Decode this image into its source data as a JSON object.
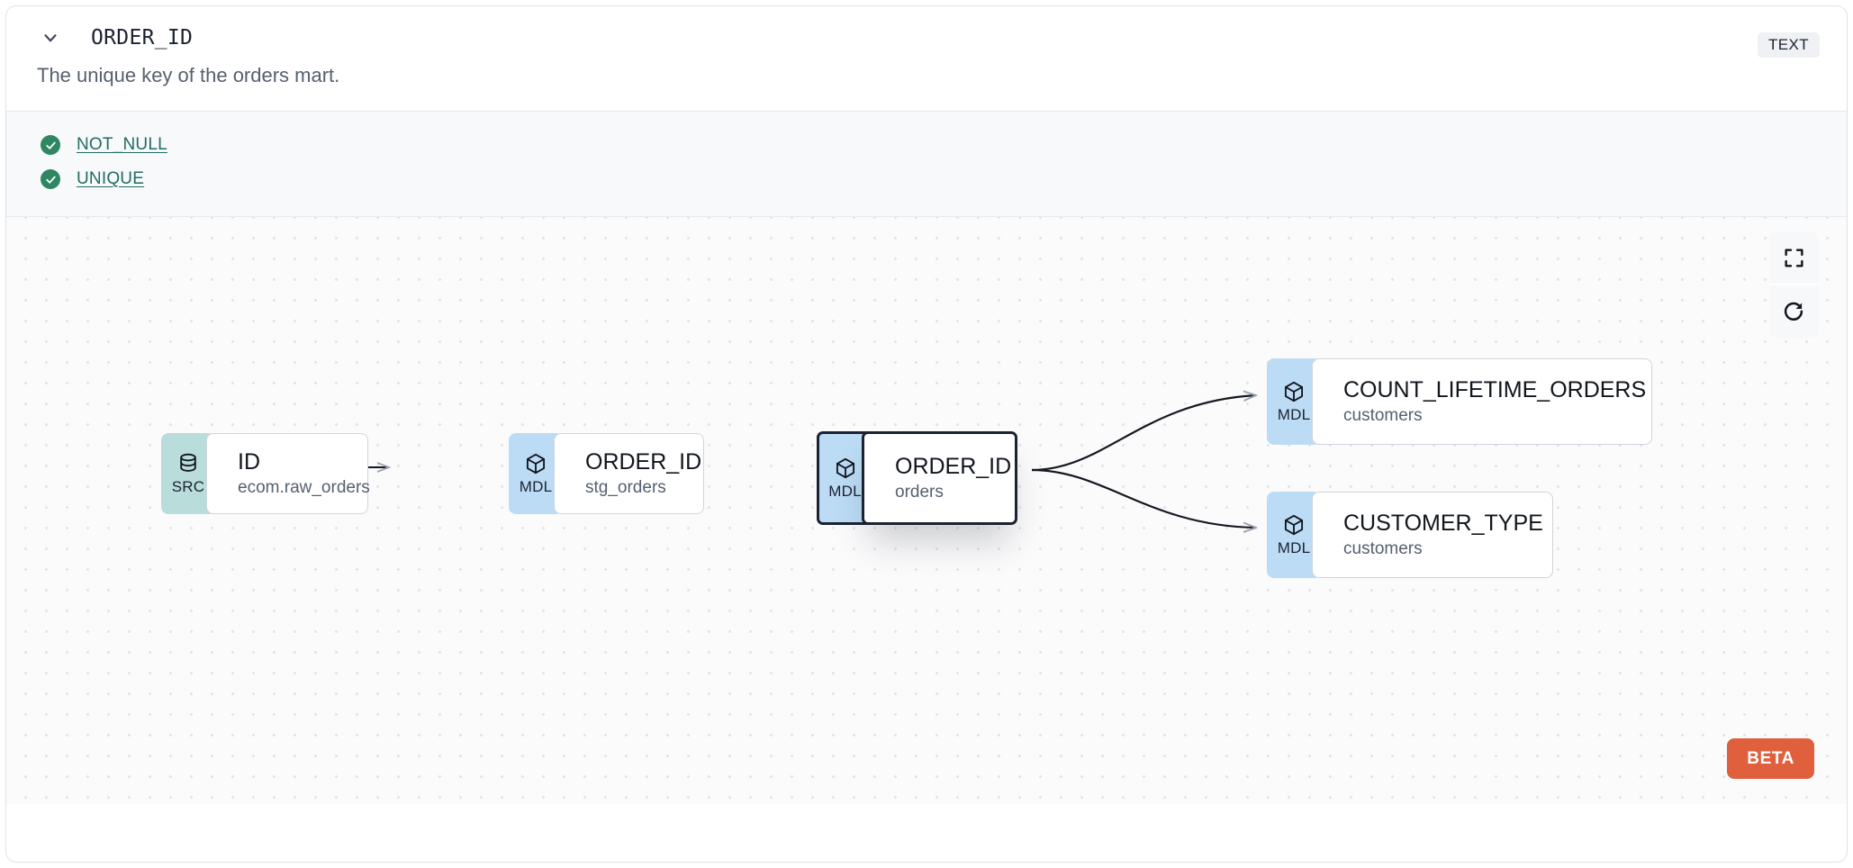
{
  "header": {
    "collapse_icon": "chevron-down-icon",
    "column_name": "ORDER_ID",
    "type_badge": "TEXT"
  },
  "description": "The unique key of the orders mart.",
  "tests": {
    "status_icon": "check-circle-icon",
    "items": [
      {
        "label": "NOT_NULL",
        "status": "passed"
      },
      {
        "label": "UNIQUE",
        "status": "passed"
      }
    ]
  },
  "lineage": {
    "controls": [
      {
        "name": "fit-view-button",
        "icon": "fullscreen-icon"
      },
      {
        "name": "refresh-button",
        "icon": "refresh-icon"
      }
    ],
    "beta_label": "BETA",
    "nodes": [
      {
        "id": "src-id",
        "kind": "SRC",
        "kind_icon": "database-icon",
        "name": "ID",
        "source": "ecom.raw_orders",
        "selected": false
      },
      {
        "id": "stg-order-id",
        "kind": "MDL",
        "kind_icon": "cube-icon",
        "name": "ORDER_ID",
        "source": "stg_orders",
        "selected": false
      },
      {
        "id": "orders-order-id",
        "kind": "MDL",
        "kind_icon": "cube-icon",
        "name": "ORDER_ID",
        "source": "orders",
        "selected": true
      },
      {
        "id": "customers-count-lifetime-orders",
        "kind": "MDL",
        "kind_icon": "cube-icon",
        "name": "COUNT_LIFETIME_ORDERS",
        "source": "customers",
        "selected": false
      },
      {
        "id": "customers-customer-type",
        "kind": "MDL",
        "kind_icon": "cube-icon",
        "name": "CUSTOMER_TYPE",
        "source": "customers",
        "selected": false
      }
    ],
    "edges": [
      {
        "from": "src-id",
        "to": "stg-order-id"
      },
      {
        "from": "stg-order-id",
        "to": "orders-order-id"
      },
      {
        "from": "orders-order-id",
        "to": "customers-count-lifetime-orders"
      },
      {
        "from": "orders-order-id",
        "to": "customers-customer-type"
      }
    ]
  },
  "colors": {
    "src_badge": "#b9ddda",
    "mdl_badge": "#bcdcf5",
    "test_pass": "#2e8662",
    "test_link": "#236b63",
    "beta": "#e0603d",
    "selected_border": "#1b2332"
  }
}
